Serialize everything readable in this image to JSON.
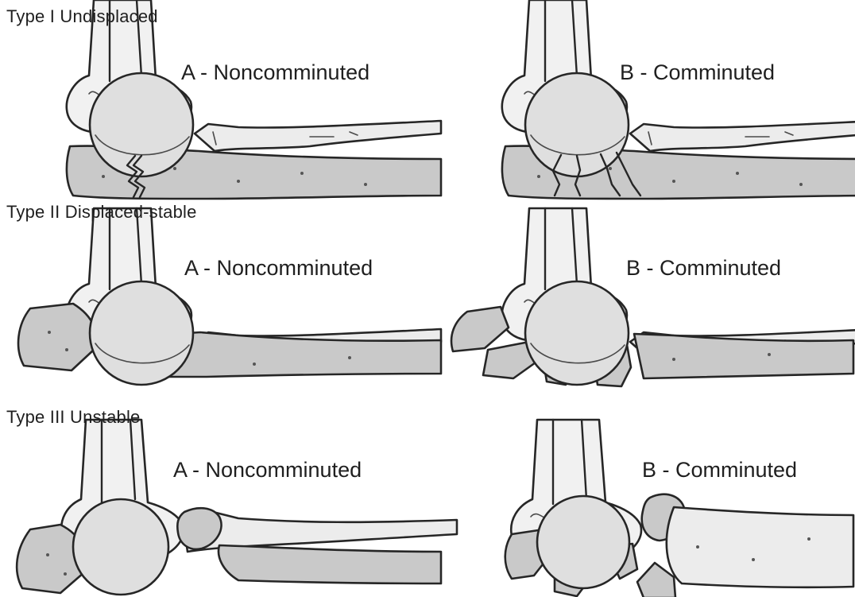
{
  "rows": [
    {
      "title": "Type I Undisplaced",
      "left_label": "A - Noncomminuted",
      "right_label": "B - Comminuted"
    },
    {
      "title": "Type II Displaced-stable",
      "left_label": "A - Noncomminuted",
      "right_label": "B - Comminuted"
    },
    {
      "title": "Type III Unstable",
      "left_label": "A - Noncomminuted",
      "right_label": "B - Comminuted"
    }
  ]
}
